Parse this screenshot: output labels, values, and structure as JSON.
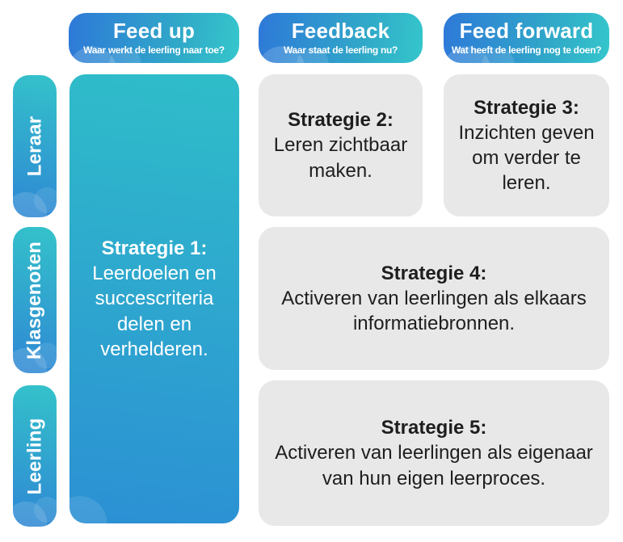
{
  "columns": [
    {
      "title": "Feed up",
      "subtitle": "Waar werkt de leerling naar toe?"
    },
    {
      "title": "Feedback",
      "subtitle": "Waar staat de leerling nu?"
    },
    {
      "title": "Feed forward",
      "subtitle": "Wat heeft de leerling nog te doen?"
    }
  ],
  "rows": [
    {
      "label": "Leraar"
    },
    {
      "label": "Klasgenoten"
    },
    {
      "label": "Leerling"
    }
  ],
  "strategies": [
    {
      "heading": "Strategie 1:",
      "body": "Leerdoelen en succescriteria delen en verhelderen."
    },
    {
      "heading": "Strategie 2:",
      "body": "Leren zichtbaar maken."
    },
    {
      "heading": "Strategie 3:",
      "body": "Inzichten geven om verder te leren."
    },
    {
      "heading": "Strategie 4:",
      "body": "Activeren van leerlingen als elkaars informatiebronnen."
    },
    {
      "heading": "Strategie 5:",
      "body": "Activeren van leerlingen als eigenaar van hun eigen leerproces."
    }
  ],
  "colors": {
    "teal": "#35c6cc",
    "blue": "#2e79d8",
    "cell_gray": "#e8e8e8",
    "text_dark": "#1e1e1e",
    "text_light": "#ffffff"
  }
}
